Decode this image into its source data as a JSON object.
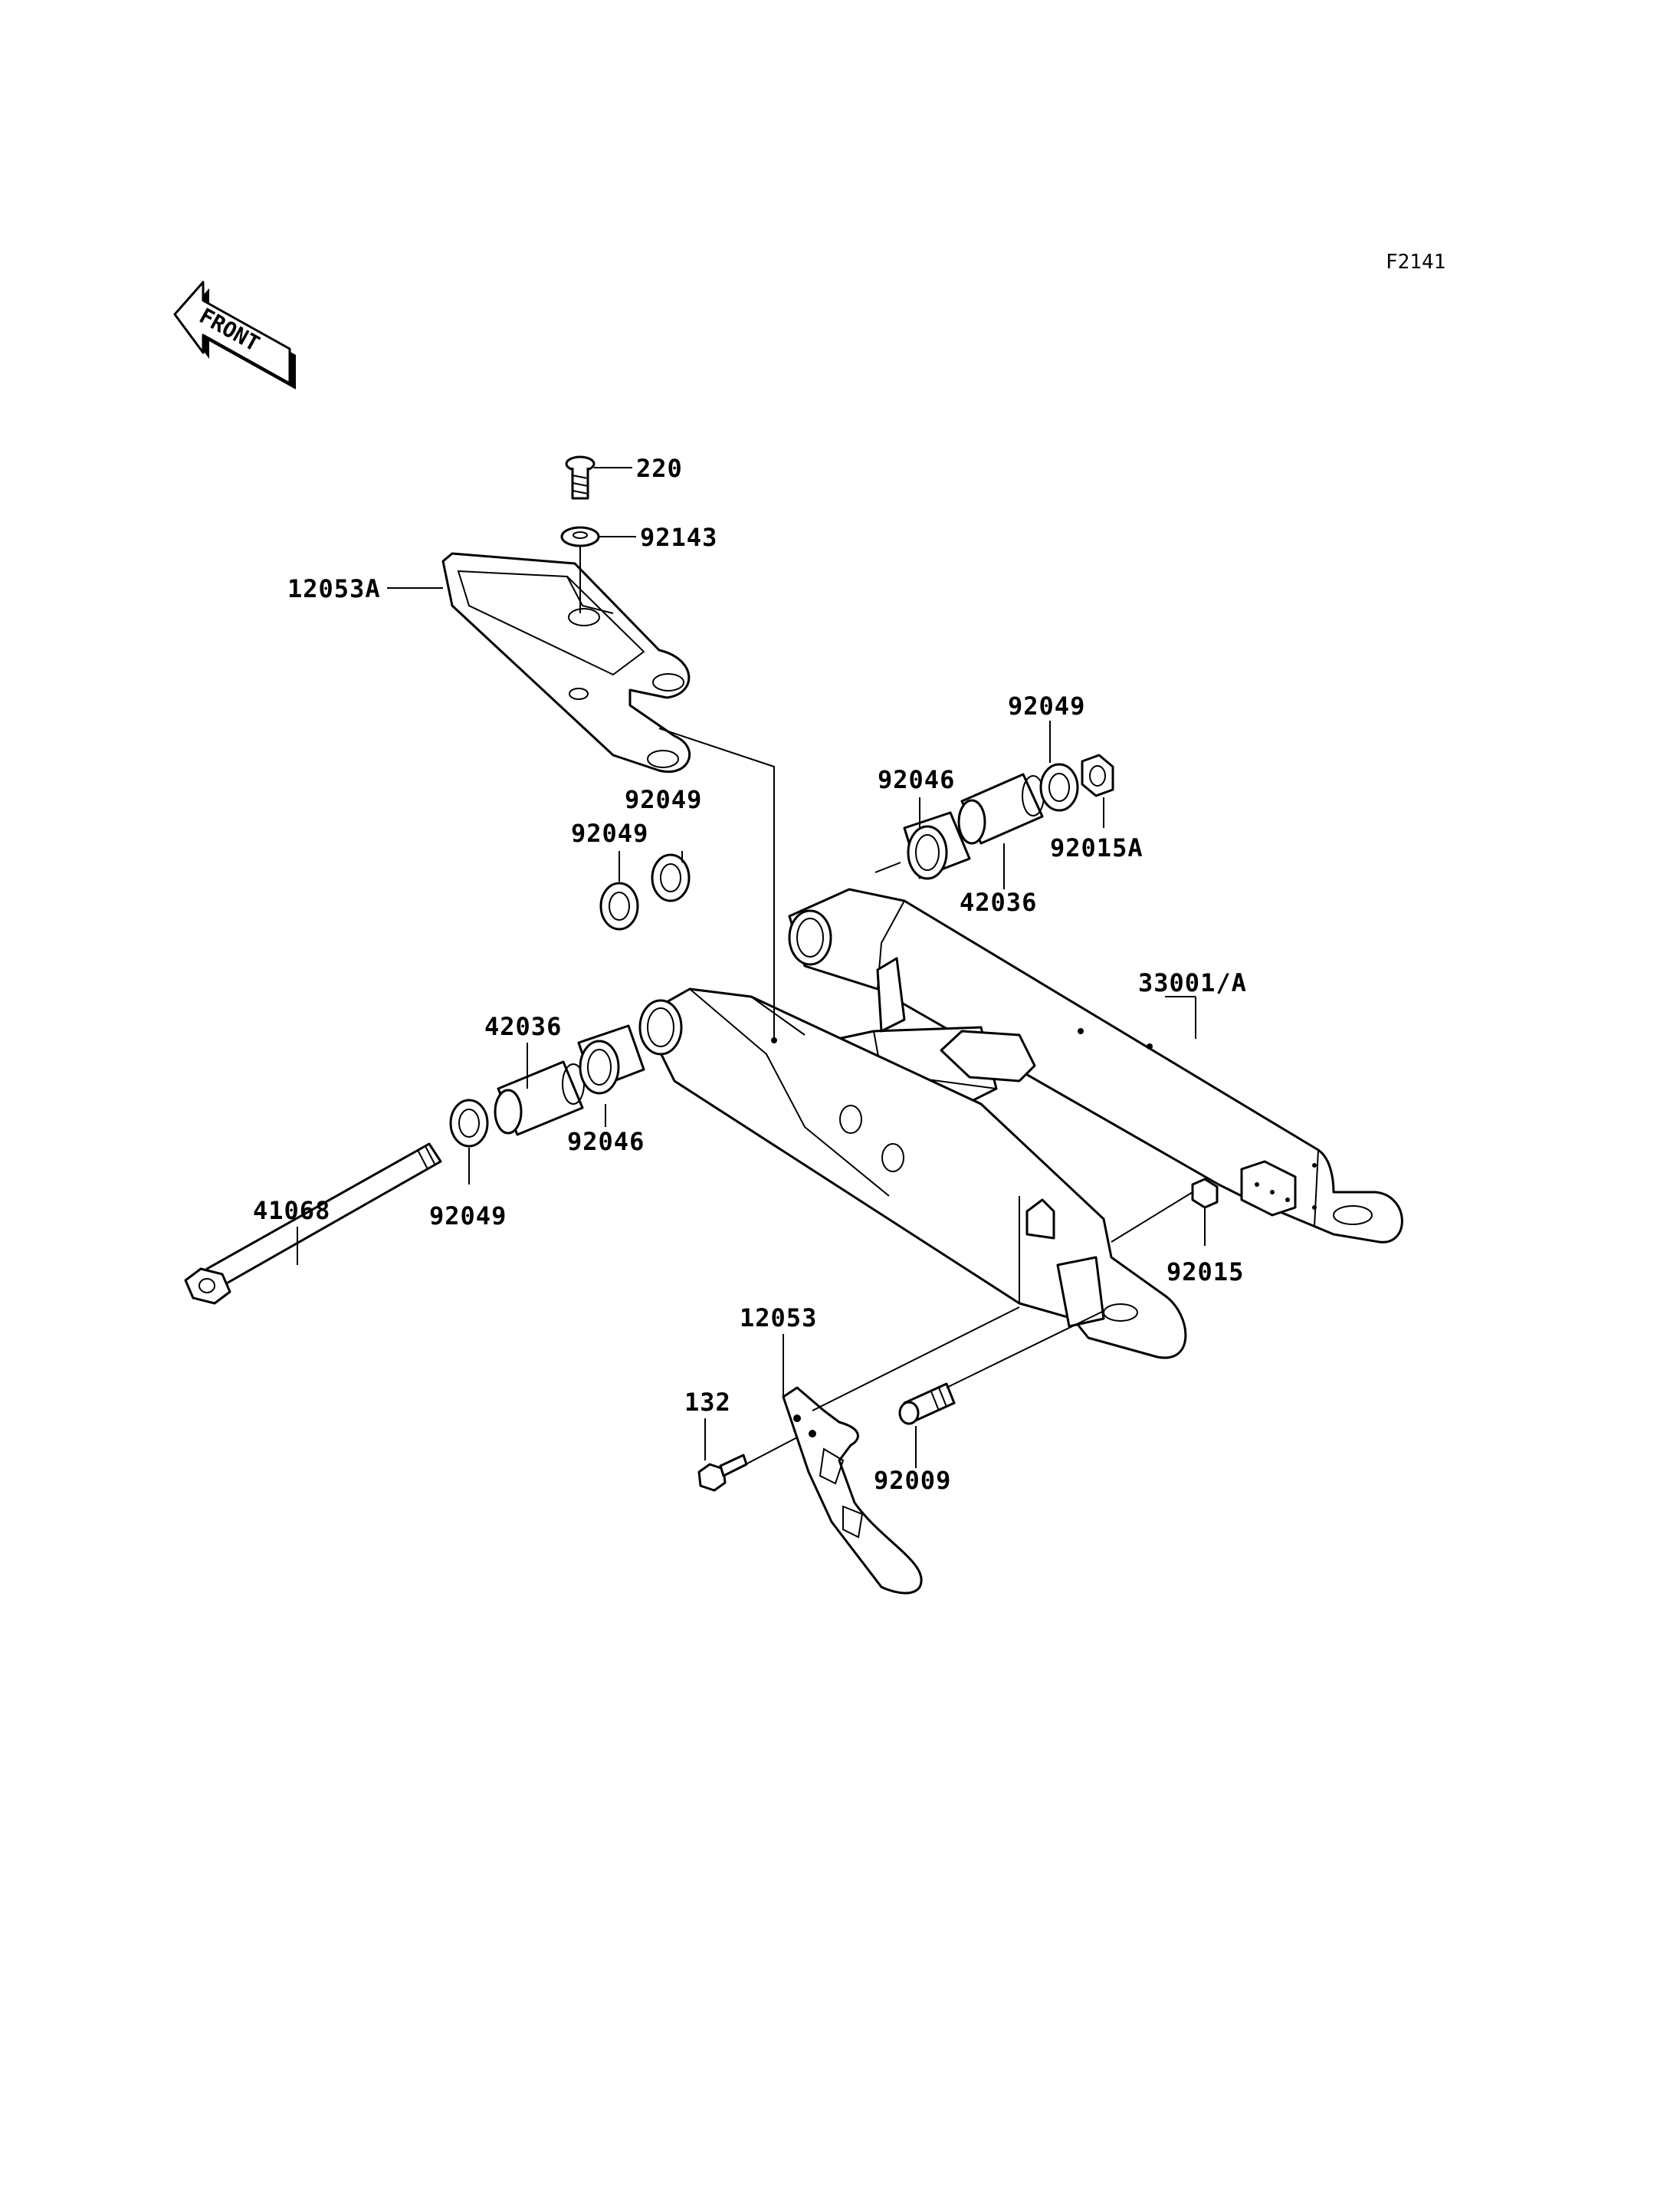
{
  "figure_code": "F2141",
  "front_label": "FRONT",
  "parts": {
    "p220": "220",
    "p92143": "92143",
    "p12053A": "12053A",
    "p92049_top_right": "92049",
    "p92046_right": "92046",
    "p92015A": "92015A",
    "p42036_right": "42036",
    "p92049_mid_upper": "92049",
    "p92049_mid_lower": "92049",
    "p33001A": "33001/A",
    "p42036_left": "42036",
    "p92046_left": "92046",
    "p41068": "41068",
    "p92049_bottom": "92049",
    "p92015": "92015",
    "p12053": "12053",
    "p132": "132",
    "p92009": "92009"
  }
}
